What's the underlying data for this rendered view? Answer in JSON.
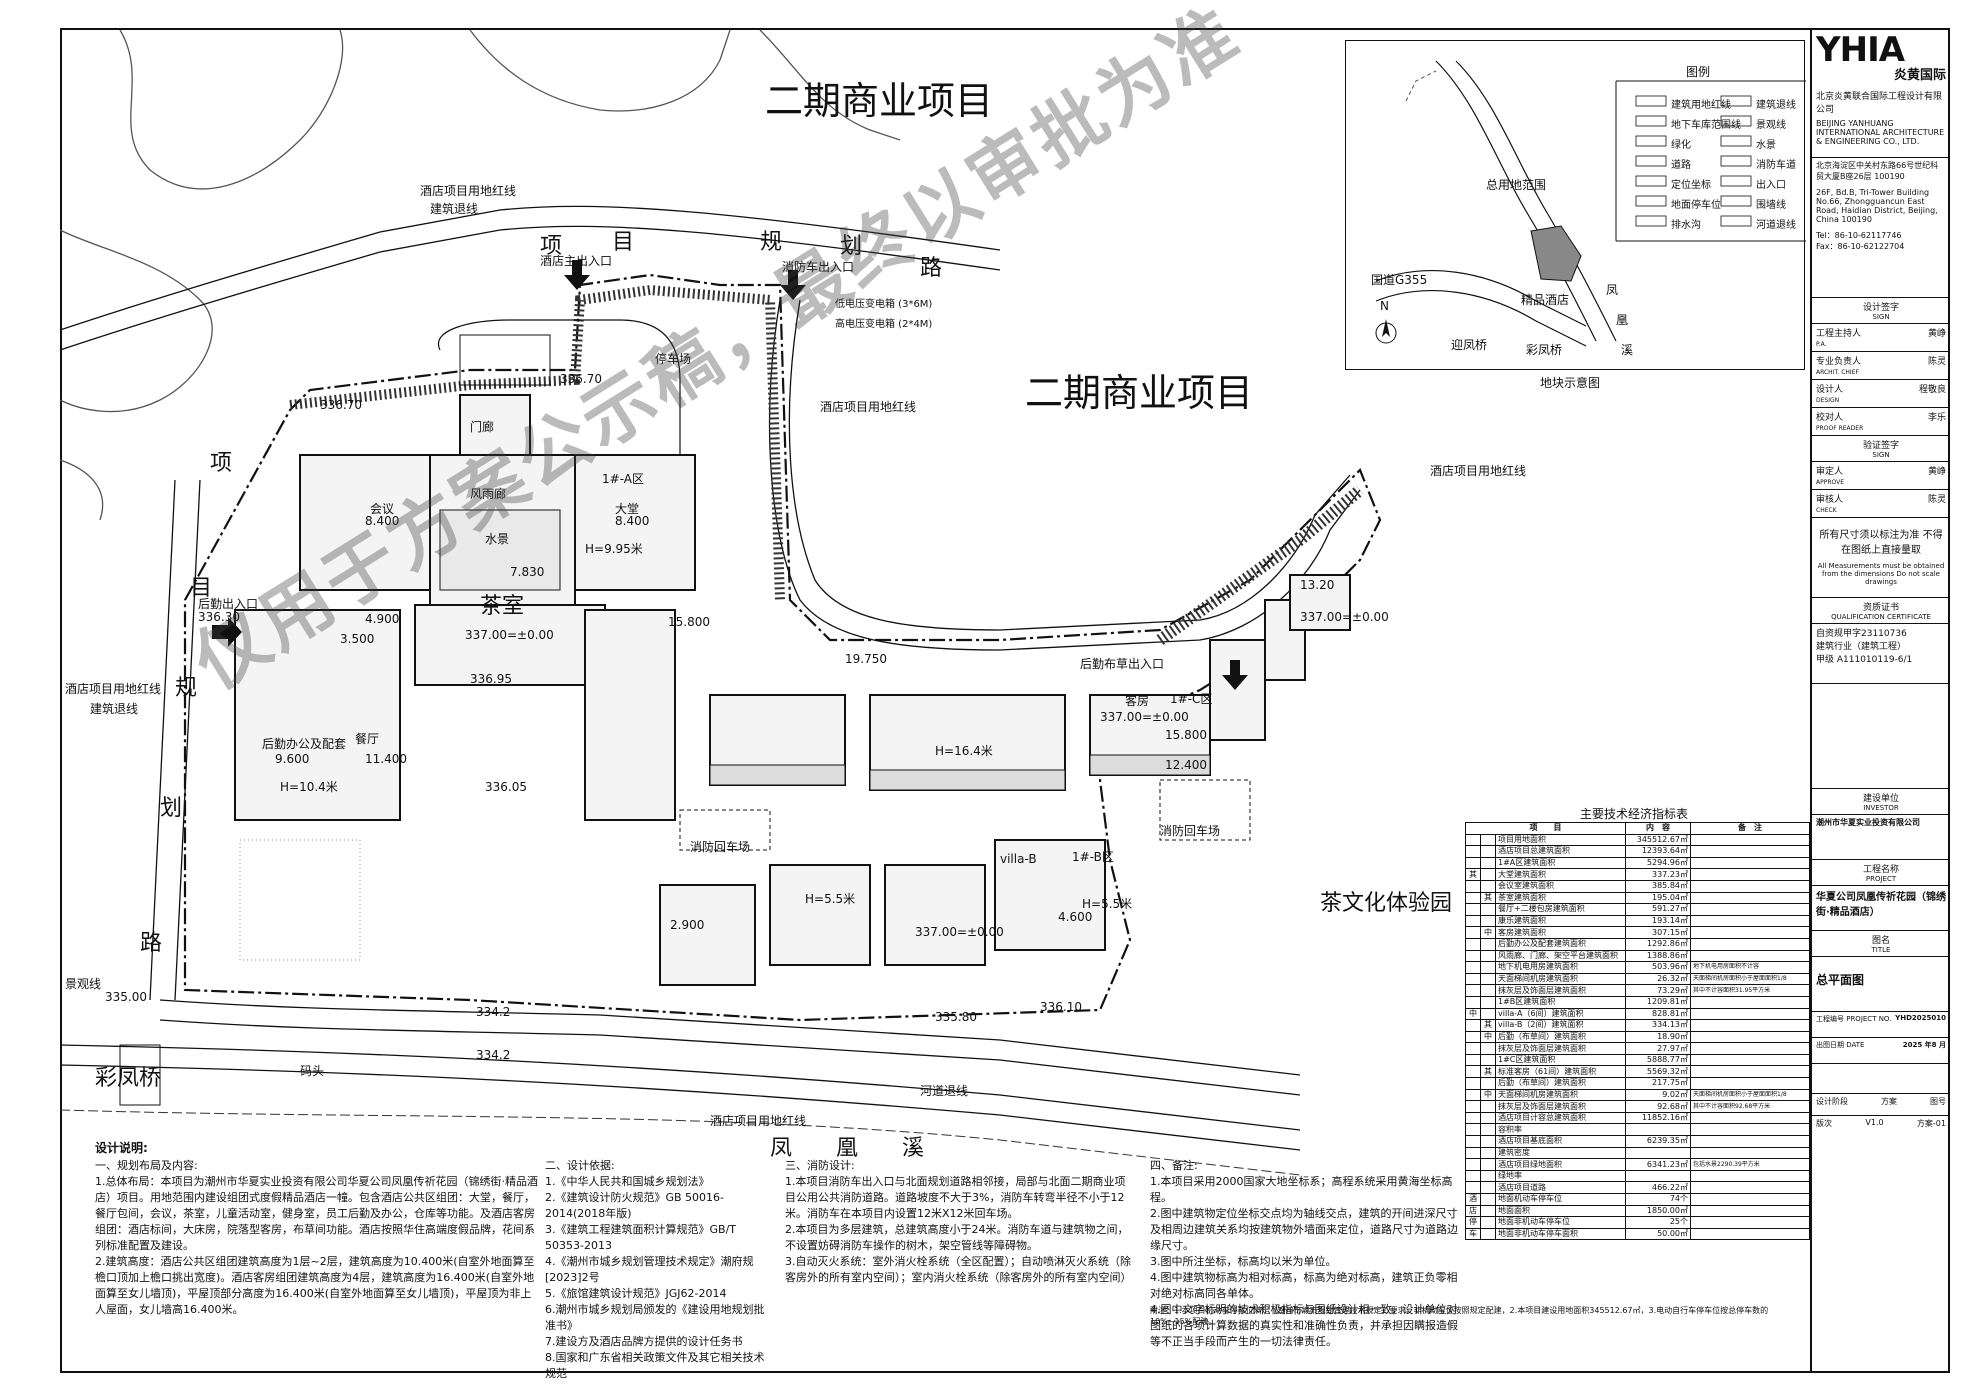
{
  "plan": {
    "region_labels": {
      "phase2_north": "二期商业项目",
      "phase2_east": "二期商业项目",
      "tea_park": "茶文化体验园",
      "creek": "凤　　凰　　溪",
      "bridge": "彩凤桥",
      "dock": "码头",
      "road_north": [
        "项",
        "目",
        "规",
        "划",
        "路"
      ],
      "road_west": [
        "项",
        "目",
        "规",
        "划",
        "路"
      ],
      "river_setback": "河道退线"
    },
    "red_line_labels": [
      "酒店项目用地红线",
      "酒店项目用地红线",
      "酒店项目用地红线",
      "酒店项目用地红线",
      "酒店项目用地红线"
    ],
    "setback_labels": [
      "建筑退线",
      "建筑退线",
      "景观线"
    ],
    "entrances": [
      "酒店主出入口",
      "消防车出入口",
      "后勤出入口",
      "后勤布草出入口"
    ],
    "transformers": [
      "低电压变电箱 (3*6M)",
      "高电压变电箱 (2*4M)"
    ],
    "areas": [
      "停车场",
      "消防回车场",
      "消防回车场",
      "风雨廊",
      "水景",
      "茶室"
    ],
    "buildings": {
      "block_a": "1#-A区",
      "block_b": "1#-B区",
      "block_c": "1#-C区",
      "villa": "villa-B"
    },
    "rooms": [
      "会议",
      "大堂",
      "后勤办公及配套",
      "餐厅",
      "客房",
      "门廊"
    ],
    "heights": [
      "H=9.95米",
      "H=10.4米",
      "H=16.4米",
      "H=5.5米",
      "H=5.5米"
    ],
    "elevations": [
      "336.70",
      "336.70",
      "337.00=±0.00",
      "336.95",
      "336.05",
      "336.30",
      "335.00",
      "334.2",
      "334.2",
      "335.80",
      "336.10",
      "337.00=±0.00",
      "337.00=±0.00",
      "337.00=±0.00"
    ],
    "levels": [
      "8.400",
      "8.400",
      "7.830",
      "9.600",
      "11.400",
      "15.800",
      "19.750",
      "13.20",
      "15.800",
      "12.400",
      "4.600",
      "2.900",
      "3.500",
      "4.900"
    ],
    "watermark": "仅用于方案公示稿，最终以审批为准"
  },
  "inset": {
    "title": "图例",
    "map_caption": "地块示意图",
    "labels": [
      "总用地范围",
      "国道G355",
      "精品酒店",
      "凤",
      "凰",
      "溪",
      "迎凤桥",
      "彩凤桥"
    ],
    "north": "N",
    "legend": [
      "建筑用地红线",
      "建筑退线",
      "地下车库范围线",
      "景观线",
      "绿化",
      "水景",
      "道路",
      "消防车道",
      "定位坐标",
      "出入口",
      "地面停车位",
      "围墙线",
      "排水沟",
      "河道退线"
    ]
  },
  "notes": {
    "title": "设计说明:",
    "s1_title": "一、规划布局及内容:",
    "s1": [
      "1.总体布局：本项目为潮州市华夏实业投资有限公司华夏公司凤凰传祈花园（锦绣街·精品酒店）项目。用地范围内建设组团式度假精品酒店一幢。包含酒店公共区组团：大堂，餐厅，餐厅包间，会议，茶室，儿童活动室，健身室，员工后勤及办公，仓库等功能。及酒店客房组团：酒店标间，大床房，院落型客房，布草间功能。酒店按照华住高端度假品牌，花间系列标准配置及建设。",
      "2.建筑高度：酒店公共区组团建筑高度为1层~2层，建筑高度为10.400米(自室外地面算至檐口顶加上檐口挑出宽度)。酒店客房组团建筑高度为4层，建筑高度为16.400米(自室外地面算至女儿墙顶)，平屋顶部分高度为16.400米(自室外地面算至女儿墙顶)，平屋顶为非上人屋面，女儿墙高16.400米。"
    ],
    "s2_title": "二、设计依据:",
    "s2": [
      "1.《中华人民共和国城乡规划法》",
      "2.《建筑设计防火规范》GB 50016-2014(2018年版)",
      "3.《建筑工程建筑面积计算规范》GB/T 50353-2013",
      "4.《潮州市城乡规划管理技术规定》潮府规[2023]2号",
      "5.《旅馆建筑设计规范》JGJ62-2014",
      "6.潮州市城乡规划局颁发的《建设用地规划批准书》",
      "7.建设方及酒店品牌方提供的设计任务书",
      "8.国家和广东省相关政策文件及其它相关技术规范"
    ],
    "s3_title": "三、消防设计:",
    "s3": [
      "1.本项目消防车出入口与北面规划道路相邻接，局部与北面二期商业项目公用公共消防道路。道路坡度不大于3%，消防车转弯半径不小于12米。消防车在本项目内设置12米X12米回车场。",
      "2.本项目为多层建筑，总建筑高度小于24米。消防车道与建筑物之间，不设置妨碍消防车操作的树木，架空管线等障碍物。",
      "3.自动灭火系统：室外消火栓系统（全区配置）；自动喷淋灭火系统（除客房外的所有室内空间）；室内消火栓系统（除客房外的所有室内空间）"
    ],
    "s4_title": "四、备注:",
    "s4": [
      "1.本项目采用2000国家大地坐标系；高程系统采用黄海坐标高程。",
      "2.图中建筑物定位坐标交点均为轴线交点，建筑的开间进深尺寸及相周边建筑关系均按建筑物外墙面来定位，道路尺寸为道路边缘尺寸。",
      "3.图中所注坐标，标高均以米为单位。",
      "4.图中建筑物标高为相对标高，标高为绝对标高，建筑正负零相对绝对标高同各单体。",
      "4.图中文字标明的技术积极指标与图纸设计相一致，设计单位对图纸的各项计算数据的真实性和准确性负责，并承担因瞒报造假等不正当手段而产生的一切法律责任。"
    ],
    "footnote": "附注：1.本项目机动车停车位满足《潮州市城市规划管理技术规定》要求，非机动车位按照规定配建，2.本项目建设用地面积345512.67㎡，3.电动自行车停车位按总停车数的10%~15%配建。"
  },
  "table": {
    "title": "主要技术经济指标表",
    "headers": [
      "项　　目",
      "内　容",
      "备　注"
    ],
    "rows": [
      [
        "",
        "",
        "项目用地面积",
        "345512.67㎡",
        ""
      ],
      [
        "",
        "",
        "酒店项目总建筑面积",
        "12393.64㎡",
        ""
      ],
      [
        "",
        "",
        "1#A区建筑面积",
        "5294.96㎡",
        ""
      ],
      [
        "其",
        "",
        "大堂建筑面积",
        "337.23㎡",
        ""
      ],
      [
        "",
        "",
        "会议室建筑面积",
        "385.84㎡",
        ""
      ],
      [
        "",
        "其",
        "茶室建筑面积",
        "195.04㎡",
        ""
      ],
      [
        "",
        "",
        "餐厅+二楼包房建筑面积",
        "591.27㎡",
        ""
      ],
      [
        "",
        "",
        "康乐建筑面积",
        "193.14㎡",
        ""
      ],
      [
        "",
        "中",
        "客房建筑面积",
        "307.15㎡",
        ""
      ],
      [
        "",
        "",
        "后勤办公及配套建筑面积",
        "1292.86㎡",
        ""
      ],
      [
        "",
        "",
        "风雨廊、门廊、架空平台建筑面积",
        "1388.86㎡",
        ""
      ],
      [
        "",
        "",
        "地下机电用房建筑面积",
        "503.96㎡",
        "地下机电用房面积不计容"
      ],
      [
        "",
        "",
        "天面梯间机房建筑面积",
        "26.32㎡",
        "天面梯间机房面积小于屋面面积1/8"
      ],
      [
        "",
        "",
        "抹灰层及饰面层建筑面积",
        "73.29㎡",
        "其中不计容面积31.95平方米"
      ],
      [
        "",
        "",
        "1#B区建筑面积",
        "1209.81㎡",
        ""
      ],
      [
        "中",
        "",
        "villa-A（6间）建筑面积",
        "828.81㎡",
        ""
      ],
      [
        "",
        "其",
        "villa-B（2间）建筑面积",
        "334.13㎡",
        ""
      ],
      [
        "",
        "中",
        "后勤（布草间）建筑面积",
        "18.90㎡",
        ""
      ],
      [
        "",
        "",
        "抹灰层及饰面层建筑面积",
        "27.97㎡",
        ""
      ],
      [
        "",
        "",
        "1#C区建筑面积",
        "5888.77㎡",
        ""
      ],
      [
        "",
        "其",
        "标准客房（61间）建筑面积",
        "5569.32㎡",
        ""
      ],
      [
        "",
        "",
        "后勤（布草间）建筑面积",
        "217.75㎡",
        ""
      ],
      [
        "",
        "中",
        "天面梯间机房建筑面积",
        "9.02㎡",
        "天面梯间机房面积小于屋面面积1/8"
      ],
      [
        "",
        "",
        "抹灰层及饰面层建筑面积",
        "92.68㎡",
        "其中不计容面积92.68平方米"
      ],
      [
        "",
        "",
        "酒店项目计容总建筑面积",
        "11852.16㎡",
        ""
      ],
      [
        "",
        "",
        "容积率",
        "",
        ""
      ],
      [
        "",
        "",
        "酒店项目基底面积",
        "6239.35㎡",
        ""
      ],
      [
        "",
        "",
        "建筑密度",
        "",
        ""
      ],
      [
        "",
        "",
        "酒店项目绿地面积",
        "6341.23㎡",
        "包括水景2290.39平方米"
      ],
      [
        "",
        "",
        "绿地率",
        "",
        ""
      ],
      [
        "",
        "",
        "酒店项目道路",
        "466.22㎡",
        ""
      ],
      [
        "酒",
        "",
        "地面机动车停车位",
        "74个",
        ""
      ],
      [
        "店",
        "",
        "地面面积",
        "1850.00㎡",
        ""
      ],
      [
        "停",
        "",
        "地面非机动车停车位",
        "25个",
        ""
      ],
      [
        "车",
        "",
        "地面非机动车停车面积",
        "50.00㎡",
        ""
      ]
    ]
  },
  "titleblock": {
    "logo": "YHIA",
    "logo_cn": "炎黄国际",
    "company_cn": "北京炎黄联合国际工程设计有限公司",
    "company_en": "BEIJING YANHUANG INTERNATIONAL ARCHITECTURE & ENGINEERING CO., LTD.",
    "address_cn": "北京海淀区中关村东路66号世纪科贸大厦B座26层 100190",
    "address_en": "26F, Bd.B, Tri-Tower Building No.66, Zhongguancun East Road, Haidian District, Beijing, China 100190",
    "tel": "Tel：86-10-62117746",
    "fax": "Fax：86-10-62122704",
    "sign_title": "设计签字",
    "sign_en": "SIGN",
    "roles": [
      {
        "cn": "工程主持人",
        "en": "P.A.",
        "name": "黄峥"
      },
      {
        "cn": "专业负责人",
        "en": "ARCHIT. CHIEF",
        "name": "陈灵"
      },
      {
        "cn": "设计人",
        "en": "DESIGN",
        "name": "程敬良"
      },
      {
        "cn": "校对人",
        "en": "PROOF READER",
        "name": "李乐"
      }
    ],
    "verify_title": "验证签字",
    "verify_en": "SIGN",
    "approvers": [
      {
        "cn": "审定人",
        "en": "APPROVE",
        "name": "黄峥"
      },
      {
        "cn": "审核人",
        "en": "CHECK",
        "name": "陈灵"
      }
    ],
    "dim_note_cn": "所有尺寸须以标注为准 不得在图纸上直接量取",
    "dim_note_en": "All Measurements must be obtained from the dimensions Do not scale drawings",
    "qual_title": "资质证书",
    "qual_en": "QUALIFICATION CERTIFICATE",
    "qual_lines": [
      "自资规甲字23110736",
      "建筑行业（建筑工程）",
      "甲级 A111010119-6/1"
    ],
    "investor_title": "建设单位",
    "investor_en": "INVESTOR",
    "investor": "潮州市华夏实业投资有限公司",
    "project_title": "工程名称",
    "project_en": "PROJECT",
    "project": "华夏公司凤凰传祈花园（锦绣街·精品酒店）",
    "drawing_title": "图名",
    "drawing_en": "TITLE",
    "drawing": "总平面图",
    "project_no_label": "工程编号 PROJECT NO.",
    "project_no": "YHD2025010",
    "date_label": "出图日期 DATE",
    "date": "2025 年8 月",
    "version_label": "版次",
    "version": "V1.0",
    "sheet_label": "图号",
    "sheet": "方案-01",
    "phase_label": "设计阶段",
    "phase": "方案"
  }
}
